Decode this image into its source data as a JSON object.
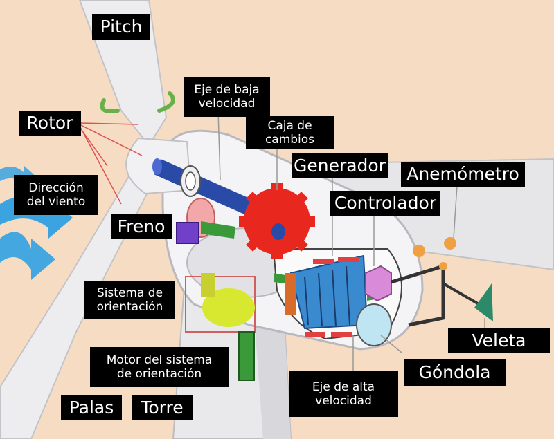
{
  "diagram": {
    "labels": {
      "pitch": "Pitch",
      "rotor": "Rotor",
      "wind_direction": [
        "Dirección",
        "del viento"
      ],
      "low_speed_shaft": [
        "Eje de baja",
        "velocidad"
      ],
      "gearbox": [
        "Caja de",
        "cambios"
      ],
      "generator": "Generador",
      "anemometer": "Anemómetro",
      "controller": "Controlador",
      "brake": "Freno",
      "yaw_system": [
        "Sistema de",
        "orientación"
      ],
      "yaw_motor": [
        "Motor del sistema",
        "de orientación"
      ],
      "vane": "Veleta",
      "nacelle": "Góndola",
      "high_speed_shaft": [
        "Eje de alta",
        "velocidad"
      ],
      "blades": "Palas",
      "tower": "Torre"
    },
    "colors": {
      "background": "#f6dcc2",
      "label_background": "#000000",
      "label_text": "#ffffff",
      "blade": "#e8e8ea",
      "wind_arrow": "#3aa3e0",
      "gear": "#e8281e",
      "low_speed_shaft": "#2a4aa8",
      "generator_coil": "#3a8ad0",
      "yaw_gear": "#d8e830",
      "controller": "#d98ad8",
      "vane": "#2a8a6a",
      "anemometer_cup": "#f0a040",
      "brake_disc": "#f2a8a8",
      "yaw_motor": "#3a9a3a",
      "pitch_arrow": "#6ab04a"
    }
  }
}
